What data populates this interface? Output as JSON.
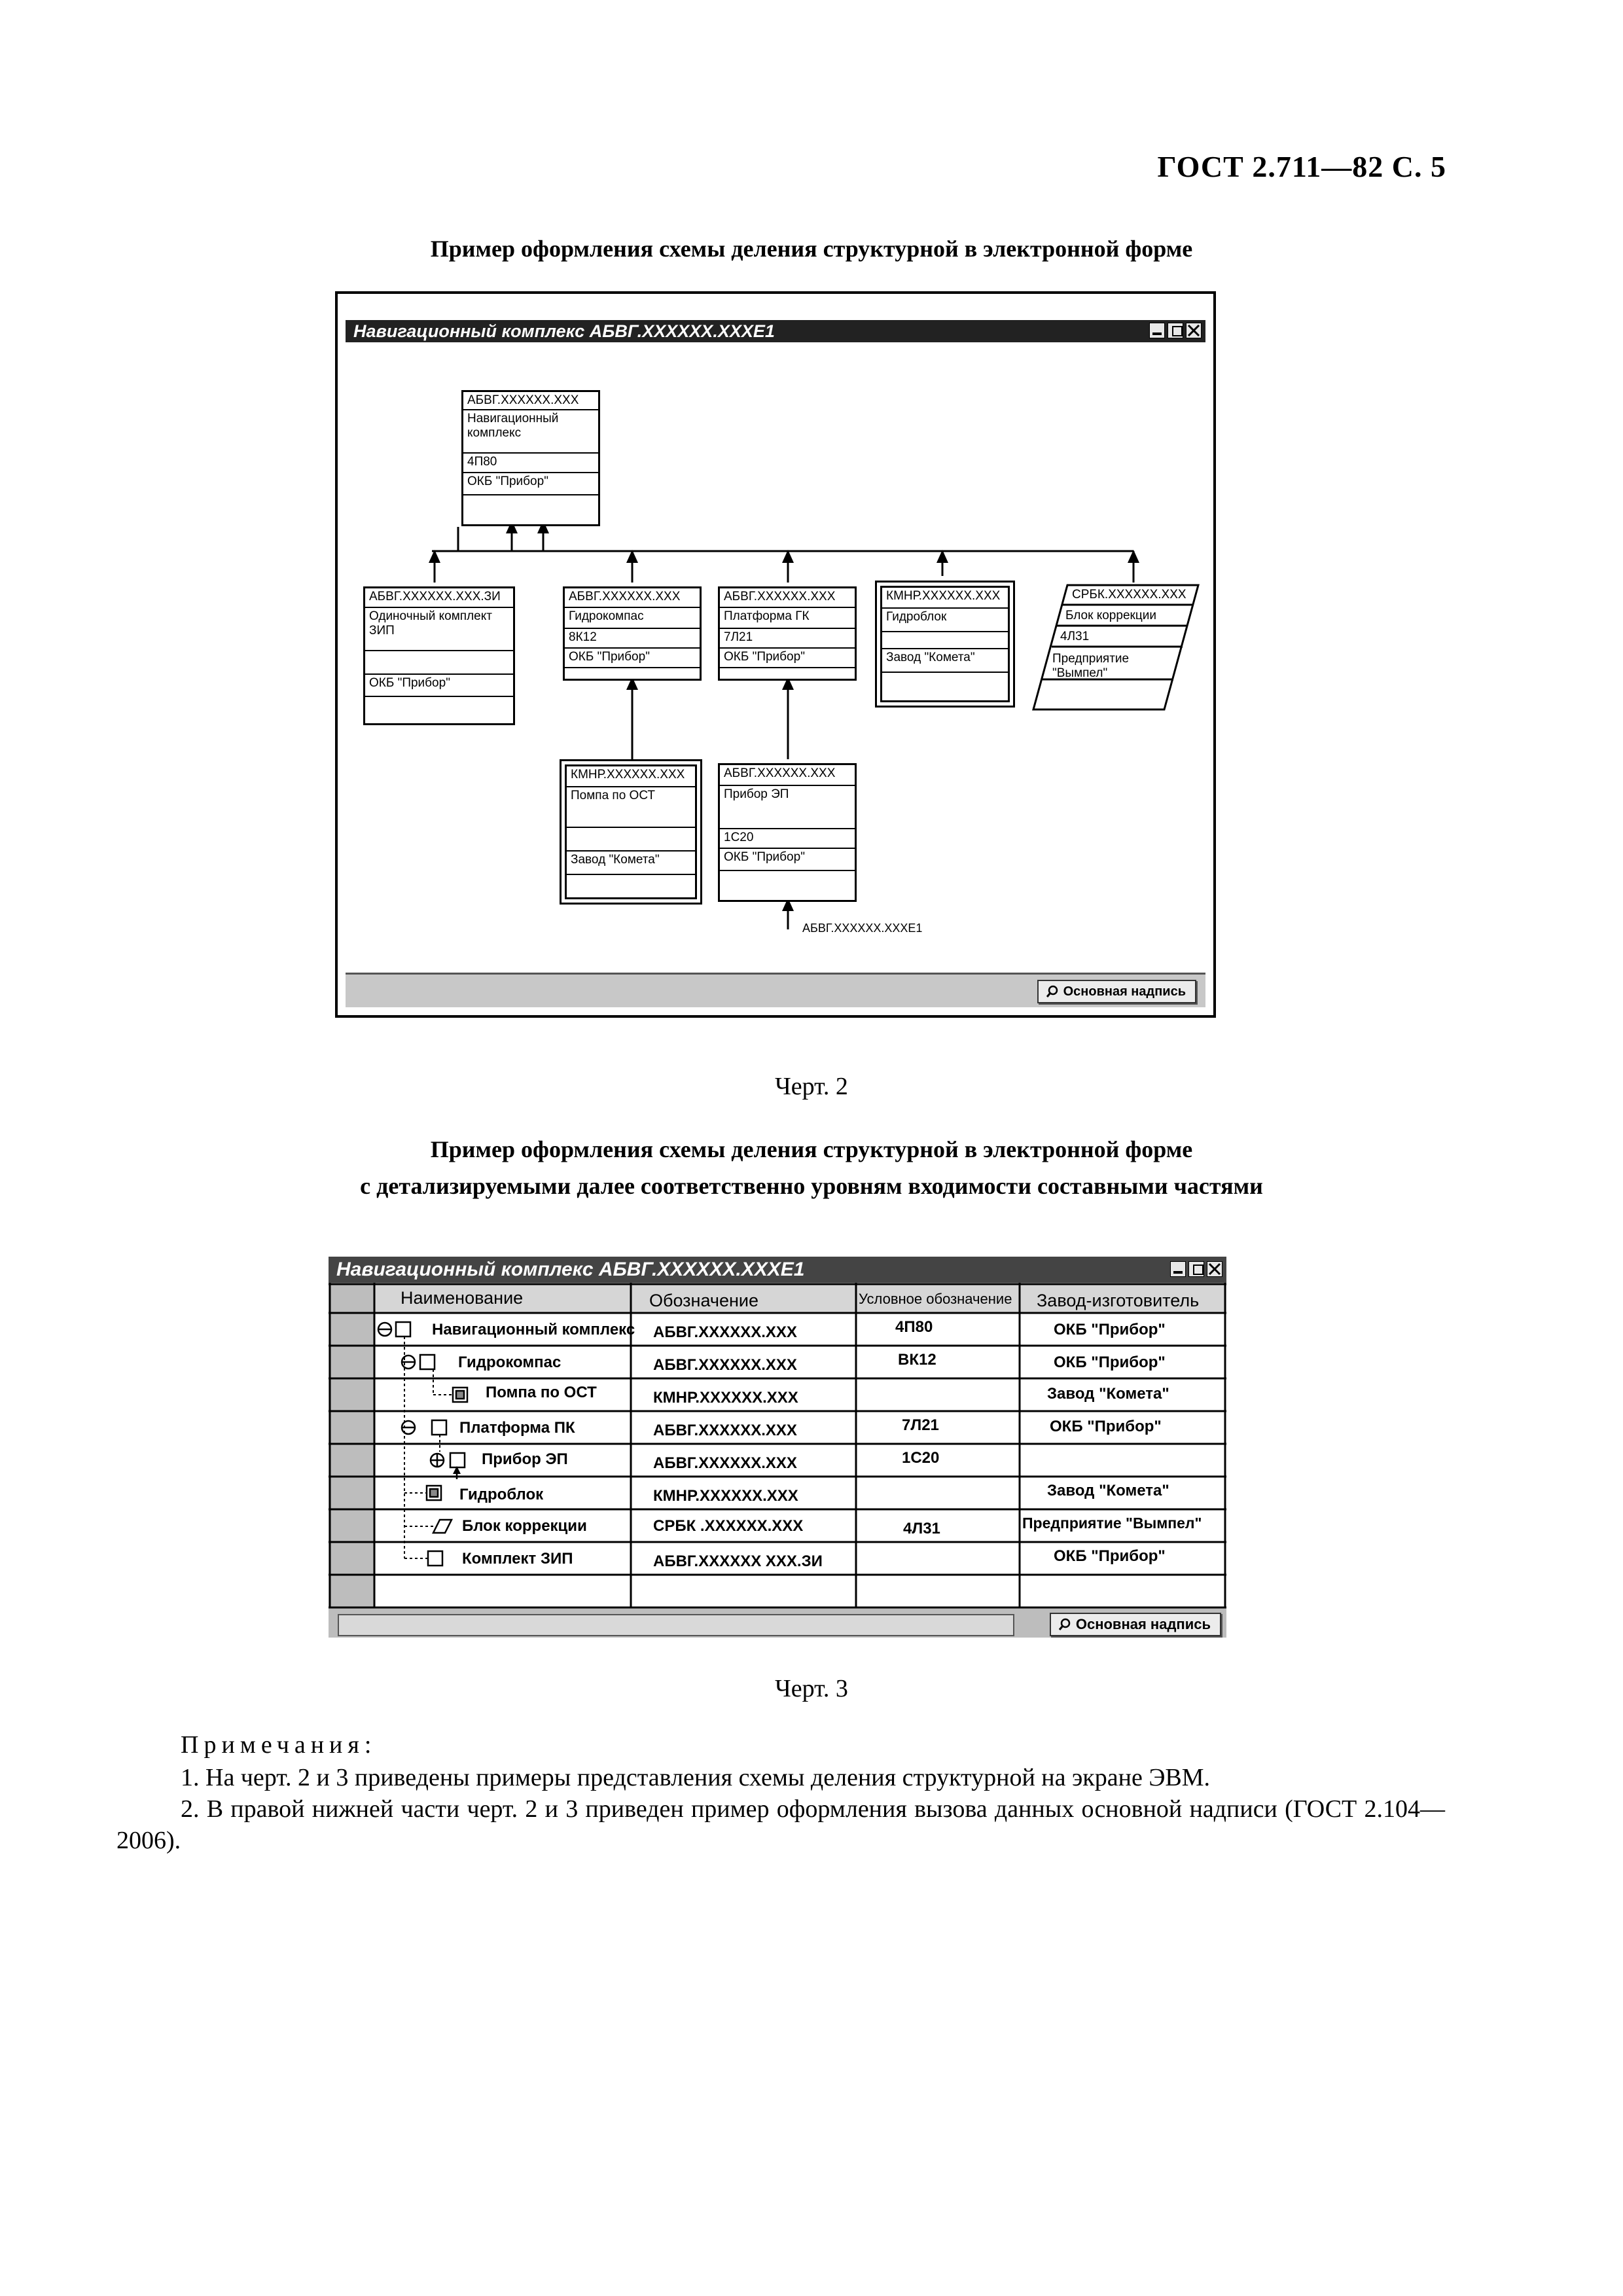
{
  "page_header": "ГОСТ 2.711—82 С. 5",
  "chart2": {
    "caption": "Пример оформления схемы деления структурной в электронной форме",
    "window_title": "Навигационный комплекс АБВГ.XXXXXX.XXXE1",
    "status_button": "Основная надпись",
    "label": "Черт. 2",
    "root": {
      "rows": [
        "АБВГ.XXXXXX.XXX",
        "Навигационный комплекс",
        "4П80",
        "ОКБ \"Прибор\"",
        ""
      ]
    },
    "level1": [
      {
        "rows": [
          "АБВГ.XXXXXX.XXX.ЗИ",
          "Одиночный комплект ЗИП",
          "",
          "ОКБ \"Прибор\"",
          ""
        ]
      },
      {
        "rows": [
          "АБВГ.XXXXXX.XXX",
          "Гидрокомпас",
          "8К12",
          "ОКБ \"Прибор\"",
          ""
        ]
      },
      {
        "rows": [
          "АБВГ.XXXXXX.XXX",
          "Платформа ГК",
          "7Л21",
          "ОКБ \"Прибор\"",
          ""
        ]
      },
      {
        "rows": [
          "КМНР.XXXXXX.XXX",
          "Гидроблок",
          "",
          "Завод \"Комета\"",
          ""
        ]
      },
      {
        "rows": [
          "СРБК.XXXXXX.XXX",
          "Блок коррекции",
          "4Л31",
          "Предприятие \"Вымпел\"",
          ""
        ]
      }
    ],
    "level2": [
      {
        "rows": [
          "КМНР.XXXXXX.XXX",
          "Помпа по ОСТ",
          "",
          "Завод \"Комета\"",
          ""
        ]
      },
      {
        "rows": [
          "АБВГ.XXXXXX.XXX",
          "Прибор ЭП",
          "1С20",
          "ОКБ \"Прибор\"",
          ""
        ]
      }
    ],
    "ref_label": "АБВГ.XXXXXX.XXXE1"
  },
  "chart3": {
    "caption_line1": "Пример оформления схемы деления структурной в электронной форме",
    "caption_line2": "с детализируемыми далее соответственно уровням входимости составными частями",
    "window_title": "Навигационный комплекс АБВГ.XXXXXX.XXXE1",
    "columns": [
      "Наименование",
      "Обозначение",
      "Условное обозначение",
      "Завод-изготовитель"
    ],
    "rows": [
      {
        "name": "Навигационный комплекс",
        "designation": "АБВГ.XXXXXX.XXX",
        "symbol": "4П80",
        "maker": "ОКБ \"Прибор\""
      },
      {
        "name": "Гидрокомпас",
        "designation": "АБВГ.XXXXXX.XXX",
        "symbol": "ВК12",
        "maker": "ОКБ \"Прибор\""
      },
      {
        "name": "Помпа по ОСТ",
        "designation": "КМНР.XXXXXX.XXX",
        "symbol": "",
        "maker": "Завод \"Комета\""
      },
      {
        "name": "Платформа ПК",
        "designation": "АБВГ.XXXXXX.XXX",
        "symbol": "7Л21",
        "maker": "ОКБ \"Прибор\""
      },
      {
        "name": "Прибор ЭП",
        "designation": "АБВГ.XXXXXX.XXX",
        "symbol": "1С20",
        "maker": ""
      },
      {
        "name": "Гидроблок",
        "designation": "КМНР.XXXXXX.XXX",
        "symbol": "",
        "maker": "Завод \"Комета\""
      },
      {
        "name": "Блок коррекции",
        "designation": "СРБК .XXXXXX.XXX",
        "symbol": "4Л31",
        "maker": "Предприятие \"Вымпел\""
      },
      {
        "name": "Комплект ЗИП",
        "designation": "АБВГ.XXXXXX XXX.ЗИ",
        "symbol": "",
        "maker": "ОКБ \"Прибор\""
      }
    ],
    "status_button": "Основная надпись",
    "label": "Черт. 3"
  },
  "notes": {
    "heading": "Примечания:",
    "items": [
      "1. На черт. 2 и 3 приведены примеры представления схемы деления структурной на экране ЭВМ.",
      "2. В правой нижней части черт. 2 и 3 приведен пример оформления вызова данных основной надписи (ГОСТ 2.104—2006)."
    ]
  }
}
